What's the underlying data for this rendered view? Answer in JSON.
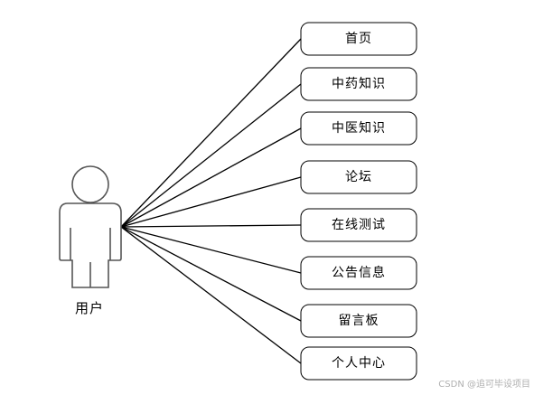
{
  "actor": {
    "label": "用户"
  },
  "use_cases": [
    {
      "label": "首页"
    },
    {
      "label": "中药知识"
    },
    {
      "label": "中医知识"
    },
    {
      "label": "论坛"
    },
    {
      "label": "在线测试"
    },
    {
      "label": "公告信息"
    },
    {
      "label": "留言板"
    },
    {
      "label": "个人中心"
    }
  ],
  "watermark": "CSDN @追可毕设项目",
  "colors": {
    "line": "#000000",
    "actor_stroke": "#555555",
    "box_stroke": "#000000",
    "background": "#ffffff"
  }
}
